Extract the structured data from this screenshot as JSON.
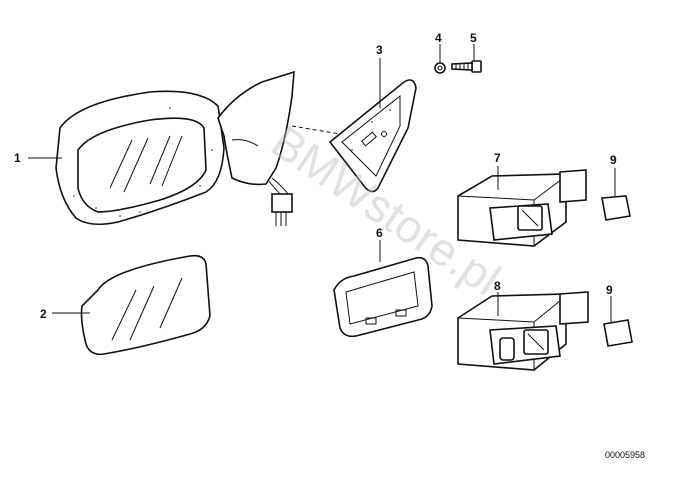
{
  "callouts": {
    "c1": "1",
    "c2": "2",
    "c3": "3",
    "c4": "4",
    "c5": "5",
    "c6": "6",
    "c7": "7",
    "c8": "8",
    "c9a": "9",
    "c9b": "9"
  },
  "reference_number": "00005958",
  "watermark": "BMWstore.pl",
  "colors": {
    "ink": "#111111",
    "watermark": "#bdbdbd",
    "background": "#ffffff"
  }
}
